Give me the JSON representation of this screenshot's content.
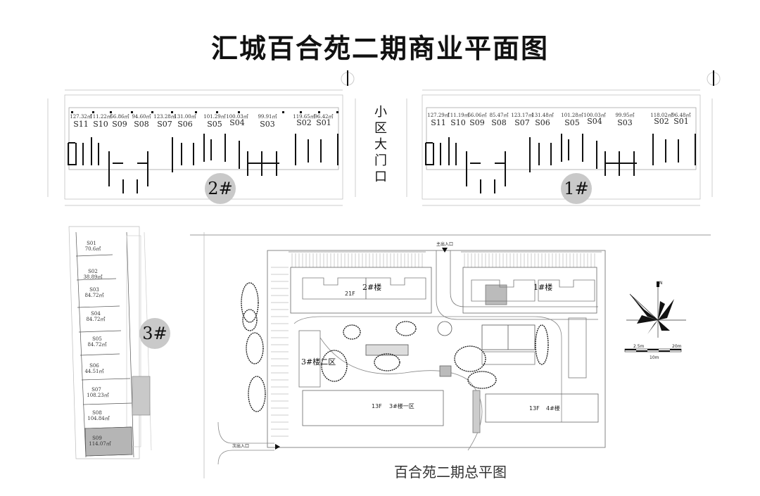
{
  "title": "汇城百合苑二期商业平面图",
  "gate_label": "小区大门口",
  "building_2": {
    "badge": "2#",
    "units": [
      {
        "id": "S11",
        "area": "127.32㎡"
      },
      {
        "id": "S10",
        "area": "111.22㎡"
      },
      {
        "id": "S09",
        "area": "66.86㎡"
      },
      {
        "id": "S08",
        "area": "94.60㎡"
      },
      {
        "id": "S07",
        "area": "123.28㎡"
      },
      {
        "id": "S06",
        "area": "131.00㎡"
      },
      {
        "id": "S05",
        "area": "101.29㎡"
      },
      {
        "id": "S04",
        "area": "100.03㎡"
      },
      {
        "id": "S03",
        "area": "99.91㎡"
      },
      {
        "id": "S02",
        "area": "119.65㎡"
      },
      {
        "id": "S01",
        "area": "96.42㎡"
      }
    ]
  },
  "building_1": {
    "badge": "1#",
    "units": [
      {
        "id": "S11",
        "area": "127.29㎡"
      },
      {
        "id": "S10",
        "area": "111.19㎡"
      },
      {
        "id": "S09",
        "area": "66.06㎡"
      },
      {
        "id": "S08",
        "area": "85.47㎡"
      },
      {
        "id": "S07",
        "area": "123.17㎡"
      },
      {
        "id": "S06",
        "area": "131.48㎡"
      },
      {
        "id": "S05",
        "area": "101.28㎡"
      },
      {
        "id": "S04",
        "area": "100.03㎡"
      },
      {
        "id": "S03",
        "area": "99.95㎡"
      },
      {
        "id": "S02",
        "area": "118.02㎡"
      },
      {
        "id": "S01",
        "area": "96.48㎡"
      }
    ]
  },
  "building_3": {
    "badge": "3#",
    "units": [
      {
        "id": "S01",
        "area": "70.6㎡"
      },
      {
        "id": "S02",
        "area": "38.89㎡"
      },
      {
        "id": "S03",
        "area": "84.72㎡"
      },
      {
        "id": "S04",
        "area": "84.72㎡"
      },
      {
        "id": "S05",
        "area": "84.72㎡"
      },
      {
        "id": "S06",
        "area": "44.51㎡"
      },
      {
        "id": "S07",
        "area": "108.23㎡"
      },
      {
        "id": "S08",
        "area": "104.84㎡"
      },
      {
        "id": "S09",
        "area": "114.07㎡"
      }
    ]
  },
  "site_plan": {
    "caption": "百合苑二期总平图",
    "labels": {
      "bldg2": "2#楼",
      "bldg1": "1#楼",
      "bldg3_2": "3#楼二区",
      "bldg3_1": "3#楼一区",
      "bldg4": "4#楼",
      "floors_21": "21F",
      "floors_13a": "13F",
      "floors_13b": "13F",
      "main_entrance": "主出入口",
      "secondary_entrance": "次出入口"
    },
    "scale": {
      "left": "2.5m",
      "right": "20m",
      "bottom": "10m"
    },
    "north": "N"
  },
  "colors": {
    "badge": "#c9c9c9",
    "line": "#222222",
    "highlight": "#b5b5b5"
  }
}
